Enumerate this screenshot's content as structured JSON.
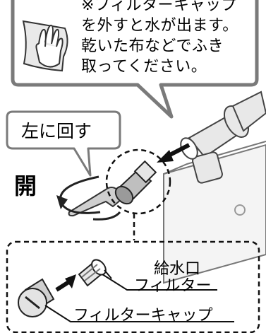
{
  "callout_note": {
    "line1": "※フィルターキャップ",
    "line2": "を外すと水が出ます。",
    "line3": "乾いた布などでふき",
    "line4": "取ってください。"
  },
  "turn_callout": {
    "label": "左に回す"
  },
  "open_label": "開",
  "parts": {
    "inlet_filter_line1": "給水口",
    "inlet_filter_line2": "フィルター",
    "filter_cap": "フィルターキャップ"
  },
  "colors": {
    "outline": "#6b6b6b",
    "fill": "#f2f2f2",
    "ink": "#000000",
    "gray": "#9a9a9a"
  }
}
